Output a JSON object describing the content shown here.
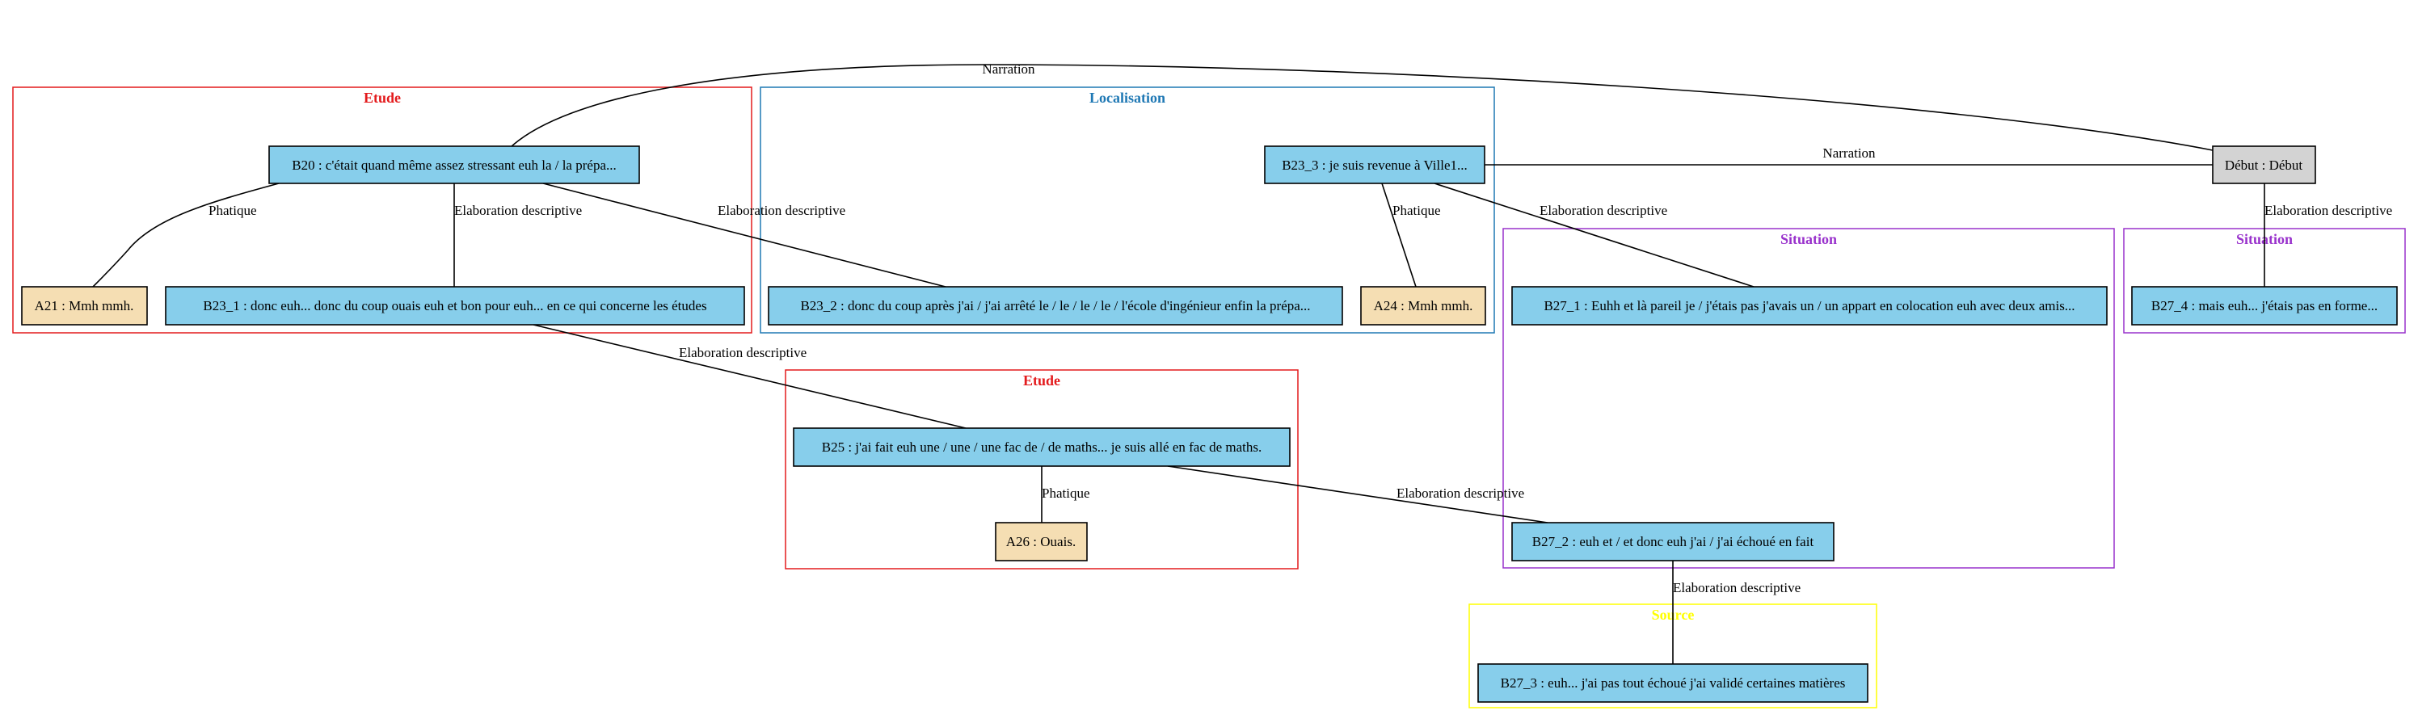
{
  "colors": {
    "node_b": "#87ceeb",
    "node_a": "#f5deb3",
    "node_debut": "#d3d3d3",
    "cluster_etude": "#e31a1c",
    "cluster_localisation": "#1f78b4",
    "cluster_situation": "#9932cc",
    "cluster_source": "#ffff00"
  },
  "clusters": [
    {
      "id": "etude1",
      "title": "Etude",
      "color_key": "cluster_etude"
    },
    {
      "id": "localisation",
      "title": "Localisation",
      "color_key": "cluster_localisation"
    },
    {
      "id": "situation1",
      "title": "Situation",
      "color_key": "cluster_situation"
    },
    {
      "id": "situation2",
      "title": "Situation",
      "color_key": "cluster_situation"
    },
    {
      "id": "etude2",
      "title": "Etude",
      "color_key": "cluster_etude"
    },
    {
      "id": "source",
      "title": "Source",
      "color_key": "cluster_source"
    }
  ],
  "nodes": [
    {
      "id": "B20",
      "label": "B20 : c'était quand même assez stressant euh la / la prépa...",
      "kind": "node_b"
    },
    {
      "id": "A21",
      "label": "A21 : Mmh mmh.",
      "kind": "node_a"
    },
    {
      "id": "B23_1",
      "label": "B23_1 : donc euh... donc du coup ouais euh et bon pour euh... en ce qui concerne les études",
      "kind": "node_b"
    },
    {
      "id": "B23_2",
      "label": "B23_2 : donc du coup après j'ai / j'ai arrêté le / le / le / le / l'école d'ingénieur enfin la prépa...",
      "kind": "node_b"
    },
    {
      "id": "B23_3",
      "label": "B23_3 : je suis revenue à Ville1...",
      "kind": "node_b"
    },
    {
      "id": "A24",
      "label": "A24 : Mmh mmh.",
      "kind": "node_a"
    },
    {
      "id": "Debut",
      "label": "Début : Début",
      "kind": "node_debut"
    },
    {
      "id": "B27_1",
      "label": "B27_1 : Euhh et là pareil je / j'étais pas j'avais un / un appart en colocation euh avec deux amis...",
      "kind": "node_b"
    },
    {
      "id": "B27_4",
      "label": "B27_4 : mais euh... j'étais pas en forme...",
      "kind": "node_b"
    },
    {
      "id": "B25",
      "label": "B25 : j'ai fait euh une / une / une fac de / de maths... je suis allé en fac de maths.",
      "kind": "node_b"
    },
    {
      "id": "A26",
      "label": "A26 : Ouais.",
      "kind": "node_a"
    },
    {
      "id": "B27_2",
      "label": "B27_2 : euh et / et donc euh j'ai / j'ai échoué en fait",
      "kind": "node_b"
    },
    {
      "id": "B27_3",
      "label": "B27_3 : euh... j'ai pas tout échoué j'ai validé certaines matières",
      "kind": "node_b"
    }
  ],
  "edges": [
    {
      "id": "debut-b20",
      "from": "Debut",
      "to": "B20",
      "label": "Narration"
    },
    {
      "id": "debut-b23_3",
      "from": "Debut",
      "to": "B23_3",
      "label": "Narration"
    },
    {
      "id": "debut-b27_4",
      "from": "Debut",
      "to": "B27_4",
      "label": "Elaboration descriptive"
    },
    {
      "id": "b20-a21",
      "from": "B20",
      "to": "A21",
      "label": "Phatique"
    },
    {
      "id": "b20-b23_1",
      "from": "B20",
      "to": "B23_1",
      "label": "Elaboration descriptive"
    },
    {
      "id": "b20-b23_2",
      "from": "B20",
      "to": "B23_2",
      "label": "Elaboration descriptive"
    },
    {
      "id": "b23_3-a24",
      "from": "B23_3",
      "to": "A24",
      "label": "Phatique"
    },
    {
      "id": "b23_3-b27_1",
      "from": "B23_3",
      "to": "B27_1",
      "label": "Elaboration descriptive"
    },
    {
      "id": "b23_1-b25",
      "from": "B23_1",
      "to": "B25",
      "label": "Elaboration descriptive"
    },
    {
      "id": "b25-a26",
      "from": "B25",
      "to": "A26",
      "label": "Phatique"
    },
    {
      "id": "b25-b27_2",
      "from": "B25",
      "to": "B27_2",
      "label": "Elaboration descriptive"
    },
    {
      "id": "b27_2-b27_3",
      "from": "B27_2",
      "to": "B27_3",
      "label": "Elaboration descriptive"
    }
  ]
}
